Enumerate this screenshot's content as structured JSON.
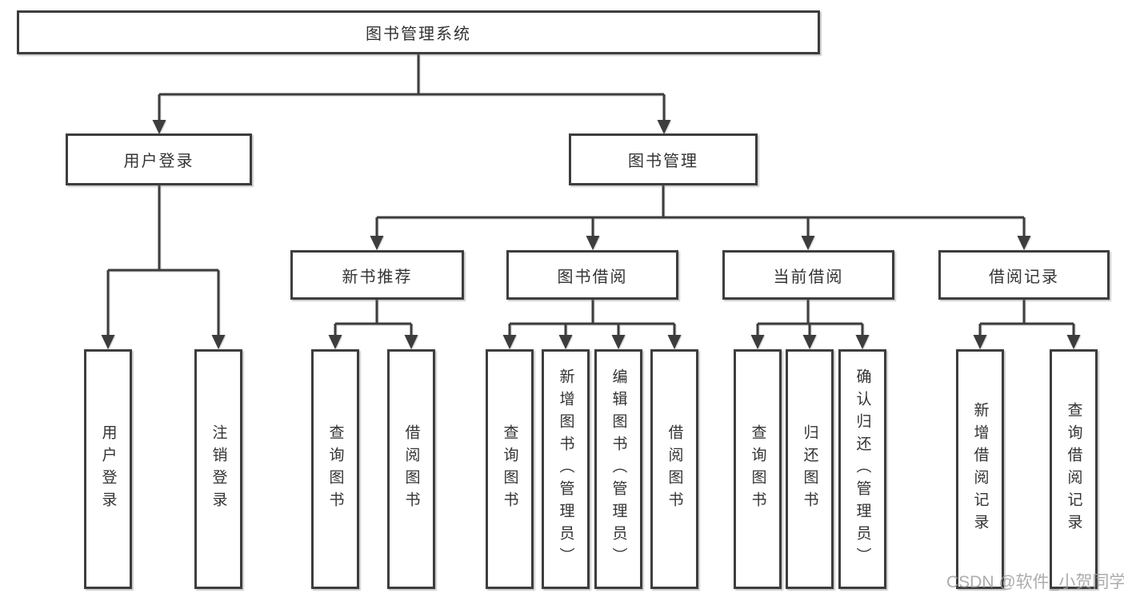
{
  "diagram": {
    "root": {
      "label": "图书管理系统"
    },
    "branches": [
      {
        "label": "用户登录",
        "children": [
          "用户登录",
          "注销登录"
        ]
      },
      {
        "label": "图书管理",
        "sections": [
          {
            "label": "新书推荐",
            "children": [
              "查询图书",
              "借阅图书"
            ]
          },
          {
            "label": "图书借阅",
            "children": [
              "查询图书",
              "新增图书（管理员）",
              "编辑图书（管理员）",
              "借阅图书"
            ]
          },
          {
            "label": "当前借阅",
            "children": [
              "查询图书",
              "归还图书",
              "确认归还（管理员）"
            ]
          },
          {
            "label": "借阅记录",
            "children": [
              "新增借阅记录",
              "查询借阅记录"
            ]
          }
        ]
      }
    ]
  },
  "watermark": "CSDN @软件_小贺同学",
  "colors": {
    "line": "#3d3d3d",
    "text": "#333333",
    "watermark": "#9e9e9e",
    "background": "#ffffff"
  }
}
